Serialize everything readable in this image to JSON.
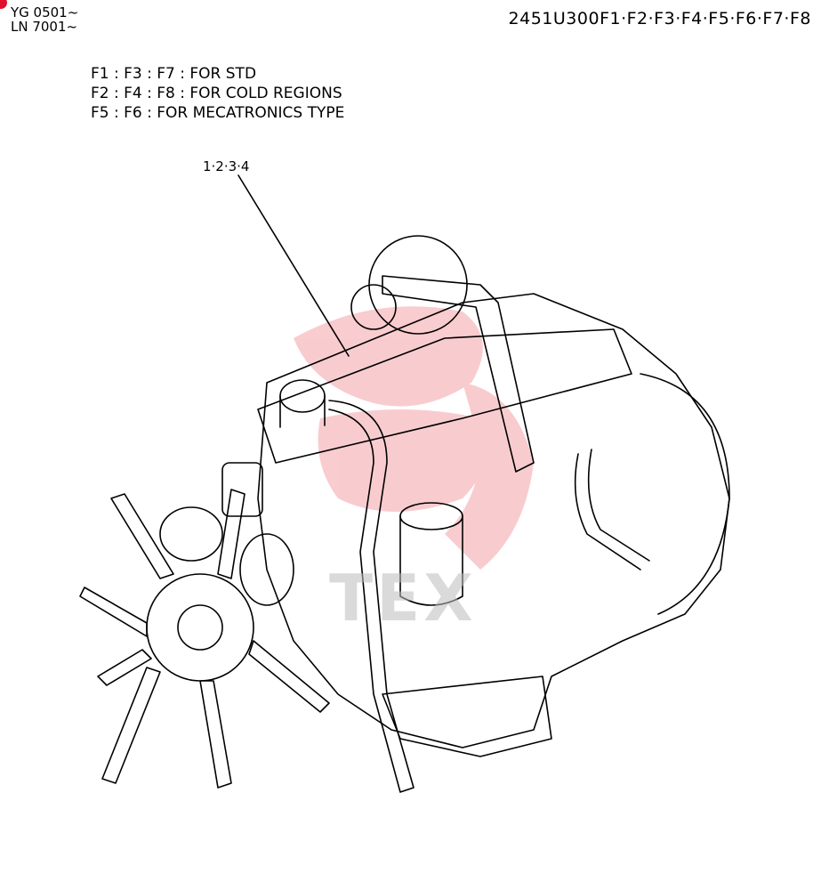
{
  "header": {
    "serial_lines": [
      "YG 0501~",
      "LN 7001~"
    ],
    "part_number": "2451U300F1·F2·F3·F4·F5·F6·F7·F8"
  },
  "variants": [
    "F1 : F3 : F7 : FOR  STD",
    "F2 : F4 : F8 : FOR  COLD  REGIONS",
    "F5 : F6 : FOR  MECATRONICS  TYPE"
  ],
  "callout": {
    "label": "1·2·3·4"
  },
  "watermark": {
    "text": "TEX",
    "color": "#f4a3a8"
  },
  "colors": {
    "accent_dot": "#e0102a",
    "line": "#000000"
  }
}
